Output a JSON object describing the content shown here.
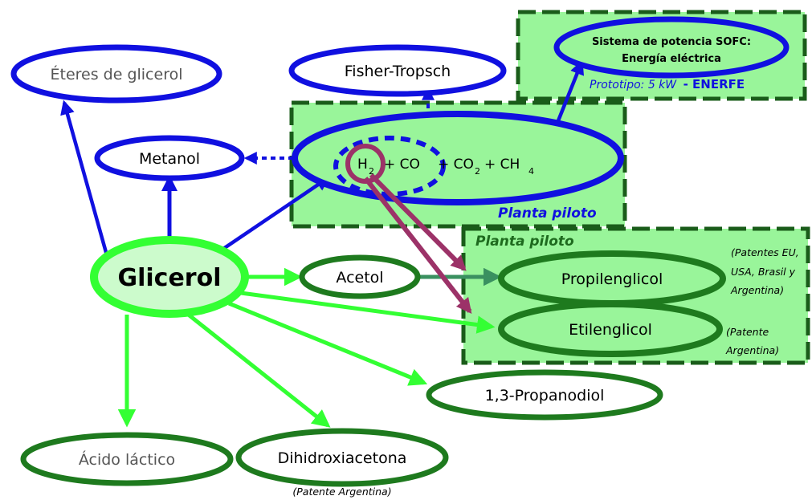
{
  "nodes": {
    "glicerol": "Glicerol",
    "eteres": "Éteres de glicerol",
    "metanol": "Metanol",
    "fisher": "Fisher-Tropsch",
    "sofc_line1": "Sistema de potencia SOFC:",
    "sofc_line2": "Energía eléctrica",
    "acetol": "Acetol",
    "propilenglicol": "Propilenglicol",
    "etilenglicol": "Etilenglicol",
    "propanodiol": "1,3-Propanodiol",
    "acido": "Ácido láctico",
    "dihidroxiacetona": "Dihidroxiacetona"
  },
  "syngas": {
    "h": "H",
    "h_sub": "2",
    "co": "+ CO",
    "co2": "+ CO",
    "co2_sub": "2",
    "ch": "+ CH",
    "ch_sub": "4"
  },
  "labels": {
    "planta_piloto_1": "Planta piloto",
    "planta_piloto_2": "Planta piloto",
    "prototipo": "Prototipo: 5 kW",
    "enerfe": "- ENERFE",
    "patentes_l1": "(Patentes EU,",
    "patentes_l2": "USA, Brasil y",
    "patentes_l3": "Argentina)",
    "patente_etil_l1": "(Patente",
    "patente_etil_l2": "Argentina)",
    "patente_dhx": "(Patente Argentina)"
  },
  "colors": {
    "blue": "#1010e0",
    "dark_green": "#1e7a1e",
    "bright_green": "#33ff33",
    "light_green_fill": "#99f59a",
    "box_border": "#1a5c1a",
    "maroon": "#9c3268",
    "teal": "#3a9060"
  }
}
